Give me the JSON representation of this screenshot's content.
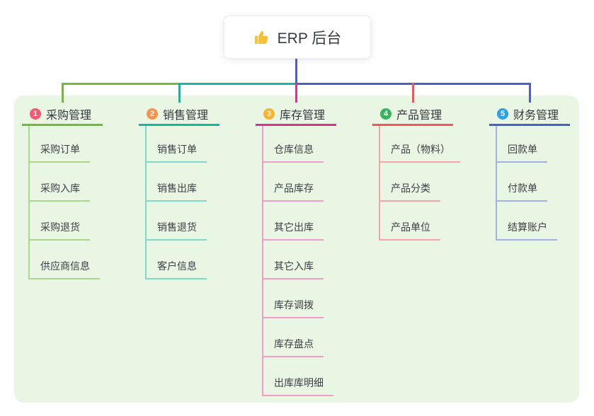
{
  "root": {
    "label": "ERP 后台",
    "icon": "thumbs-up-icon",
    "icon_color": "#f4c430"
  },
  "colors": {
    "page_bg": "#ffffff",
    "panel_bg": "#e9f6e3",
    "root_connector": "#4a60c8",
    "header_text": "#33383f",
    "child_text": "#3b4046"
  },
  "branches": [
    {
      "badge": "1",
      "label": "采购管理",
      "badge_color": "#f6586d",
      "line_color": "#72ba3d",
      "child_line_color": "#a9d78b",
      "children": [
        "采购订单",
        "采购入库",
        "采购退货",
        "供应商信息"
      ]
    },
    {
      "badge": "2",
      "label": "销售管理",
      "badge_color": "#f8924f",
      "line_color": "#16b6a4",
      "child_line_color": "#7edacb",
      "children": [
        "销售订单",
        "销售出库",
        "销售退货",
        "客户信息"
      ]
    },
    {
      "badge": "3",
      "label": "库存管理",
      "badge_color": "#fbb32b",
      "line_color": "#d8348f",
      "child_line_color": "#f09dcb",
      "children": [
        "仓库信息",
        "产品库存",
        "其它出库",
        "其它入库",
        "库存调拨",
        "库存盘点",
        "出库库明细"
      ]
    },
    {
      "badge": "4",
      "label": "产品管理",
      "badge_color": "#35b55a",
      "line_color": "#f7525f",
      "child_line_color": "#f9a3aa",
      "children": [
        "产品（物料）",
        "产品分类",
        "产品单位"
      ]
    },
    {
      "badge": "5",
      "label": "财务管理",
      "badge_color": "#2da0e8",
      "line_color": "#4a60c8",
      "child_line_color": "#a0b0e8",
      "children": [
        "回款单",
        "付款单",
        "结算账户"
      ]
    }
  ]
}
